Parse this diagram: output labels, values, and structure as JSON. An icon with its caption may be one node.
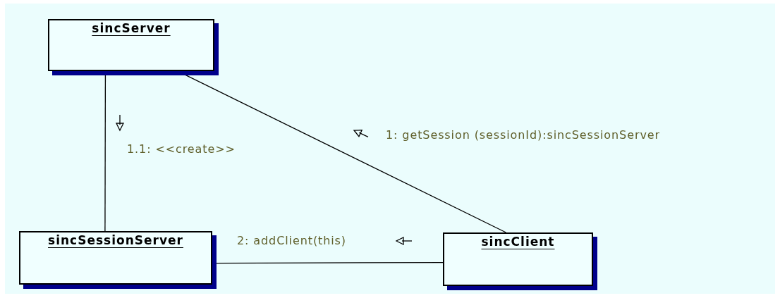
{
  "diagram": {
    "nodes": [
      {
        "text": [
          "sincServer"
        ]
      },
      {
        "text": [
          "sincSessionServer"
        ]
      },
      {
        "text": [
          "sincClient"
        ]
      }
    ],
    "edges": [
      {
        "from": 0,
        "to": 1,
        "arrow": "none",
        "label": "1.1: <<create>>"
      },
      {
        "from": 0,
        "to": 2,
        "arrow": "none",
        "label": "1: getSession (sessionId):sincSessionServer"
      },
      {
        "from": 1,
        "to": 2,
        "arrow": "none",
        "label": "2: addClient(this)"
      }
    ]
  }
}
